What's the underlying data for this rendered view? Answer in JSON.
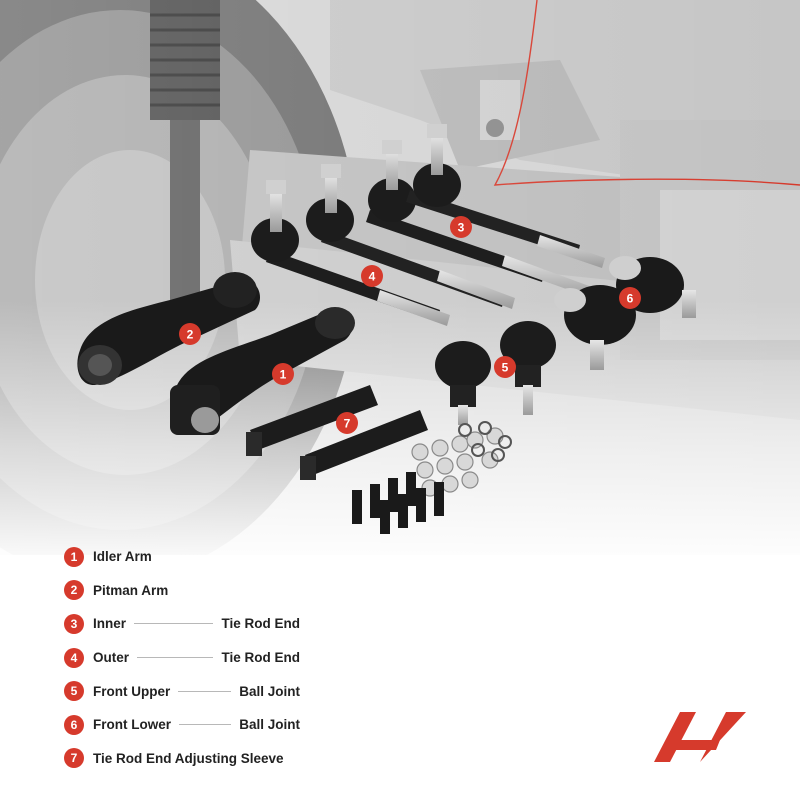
{
  "colors": {
    "accent": "#d63a2c",
    "text": "#222222",
    "part_dark": "#1c1c1c",
    "background": "#ffffff"
  },
  "callouts": [
    "1",
    "2",
    "3",
    "4",
    "5",
    "6",
    "7"
  ],
  "legend": [
    {
      "number": "1",
      "label": "Idler Arm",
      "suffix": ""
    },
    {
      "number": "2",
      "label": "Pitman Arm",
      "suffix": ""
    },
    {
      "number": "3",
      "label": "Inner",
      "suffix": "Tie Rod End"
    },
    {
      "number": "4",
      "label": "Outer",
      "suffix": "Tie Rod End"
    },
    {
      "number": "5",
      "label": "Front Upper",
      "suffix": "Ball Joint"
    },
    {
      "number": "6",
      "label": "Front Lower",
      "suffix": "Ball Joint"
    },
    {
      "number": "7",
      "label": "Tie Rod End Adjusting Sleeve",
      "suffix": ""
    }
  ],
  "logo": {
    "icon": "a-premium-logo-icon"
  }
}
